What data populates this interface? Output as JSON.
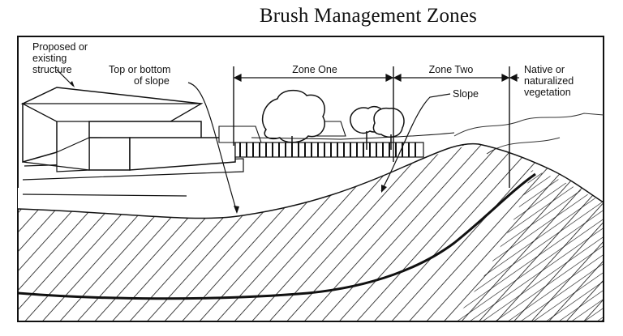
{
  "title": "Brush Management Zones",
  "labels": {
    "structure_line1": "Proposed or",
    "structure_line2": "existing",
    "structure_line3": "structure",
    "slope_edge_line1": "Top or bottom",
    "slope_edge_line2": "of slope",
    "zone_one": "Zone One",
    "zone_two": "Zone Two",
    "native_line1": "Native or",
    "native_line2": "naturalized",
    "native_line3": "vegetation",
    "slope": "Slope"
  }
}
